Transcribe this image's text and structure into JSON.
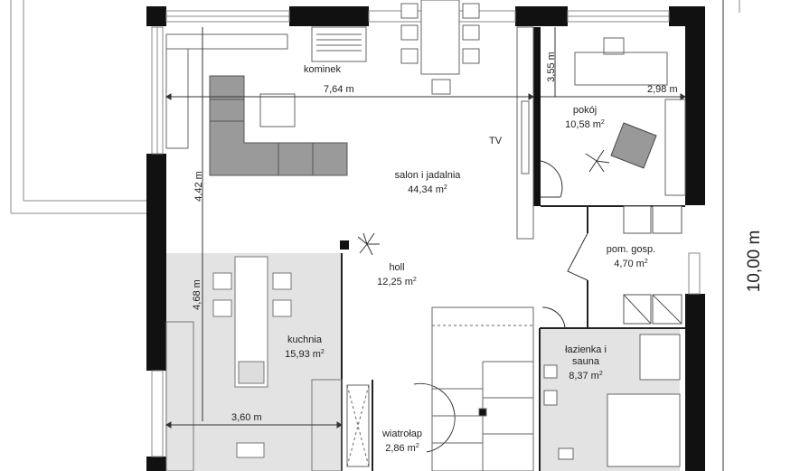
{
  "rooms": {
    "salon": {
      "name": "salon i jadalnia",
      "area": "44,34 m",
      "exp": "2"
    },
    "pokoj": {
      "name": "pokój",
      "area": "10,58 m",
      "exp": "2"
    },
    "pom": {
      "name": "pom. gosp.",
      "area": "4,70 m",
      "exp": "2"
    },
    "holl": {
      "name": "holl",
      "area": "12,25 m",
      "exp": "2"
    },
    "kuchnia": {
      "name": "kuchnia",
      "area": "15,93 m",
      "exp": "2"
    },
    "lazienka": {
      "name1": "łazienka i",
      "name2": "sauna",
      "area": "8,37 m",
      "exp": "2"
    },
    "wiatrolap": {
      "name": "wiatrołap",
      "area": "2,86 m",
      "exp": "2"
    }
  },
  "labels": {
    "kominek": "kominek",
    "tv": "TV"
  },
  "dimensions": {
    "salon_width": "7,64 m",
    "pokoj_width": "2,98 m",
    "pokoj_depth": "3,55 m",
    "salon_depth": "4,42 m",
    "kuchnia_depth": "4,68 m",
    "kuchnia_width": "3,60 m",
    "total_depth": "10,00 m"
  }
}
